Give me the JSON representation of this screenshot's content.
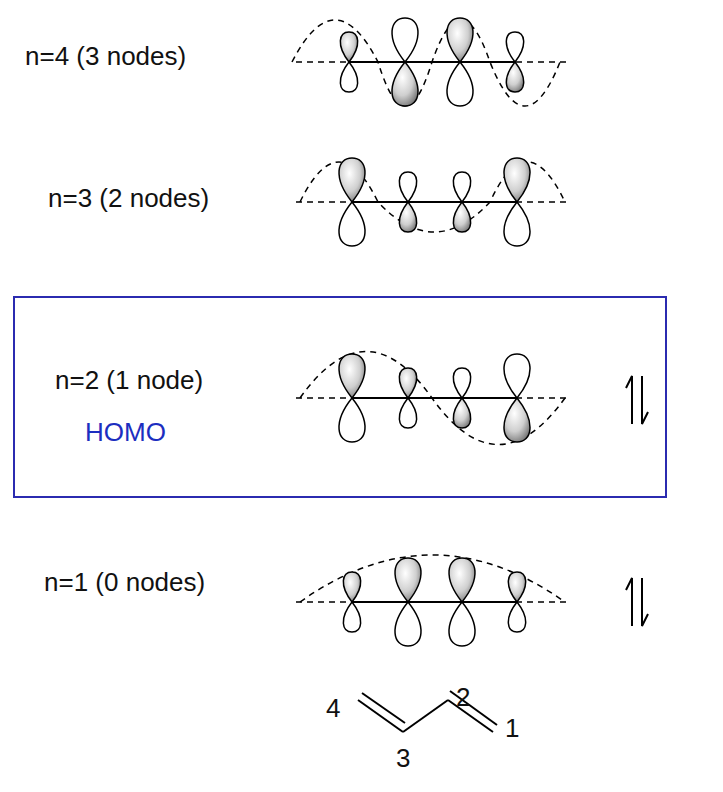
{
  "diagram": {
    "nodes": [
      {
        "text": [
          "n=2 (1 node)",
          "HOMO"
        ]
      }
    ],
    "labels": [
      "n=4 (3 nodes)",
      "n=3 (2 nodes)",
      "n=1 (0 nodes)",
      "4",
      "2",
      "1",
      "3"
    ]
  }
}
